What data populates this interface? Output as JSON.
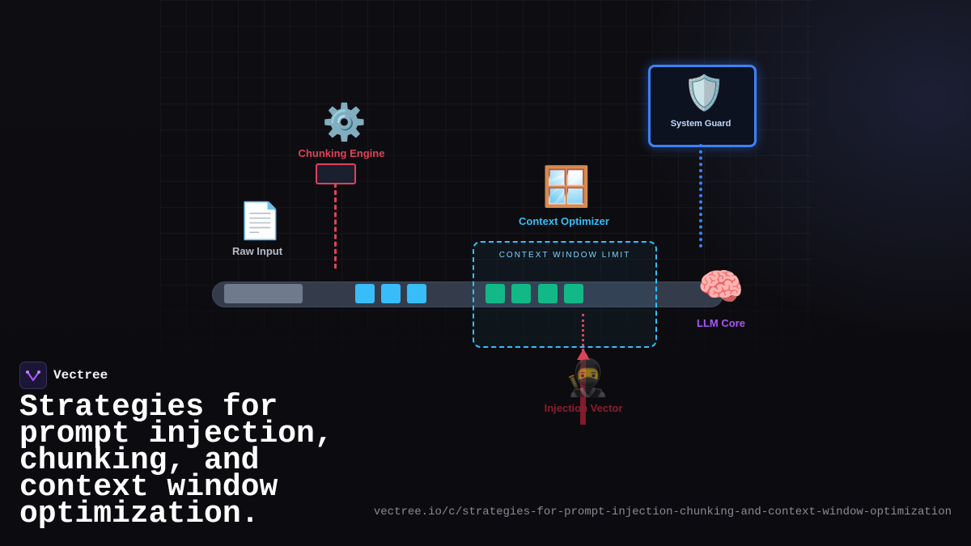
{
  "diagram": {
    "raw_input": {
      "icon": "document-icon",
      "label": "Raw Input"
    },
    "chunking_engine": {
      "icon": "gear-icon",
      "label": "Chunking Engine"
    },
    "context_optimizer": {
      "icon": "window-icon",
      "label": "Context Optimizer"
    },
    "context_window": {
      "label": "CONTEXT WINDOW LIMIT"
    },
    "system_guard": {
      "icon": "shield-icon",
      "label": "System Guard"
    },
    "llm_core": {
      "icon": "brain-icon",
      "label": "LLM Core"
    },
    "injection_vector": {
      "icon": "ninja-icon",
      "label": "Injection Vector"
    }
  },
  "colors": {
    "chunking": "#e0415a",
    "context": "#38bdf8",
    "guard": "#3b82f6",
    "llm": "#a855f7",
    "tokens_green": "#10b981",
    "injection": "#b91c2c"
  },
  "brand": {
    "name": "Vectree",
    "icon": "vectree-logo-icon"
  },
  "headline": "Strategies for prompt injection, chunking, and context window optimization.",
  "url": "vectree.io/c/strategies-for-prompt-injection-chunking-and-context-window-optimization"
}
